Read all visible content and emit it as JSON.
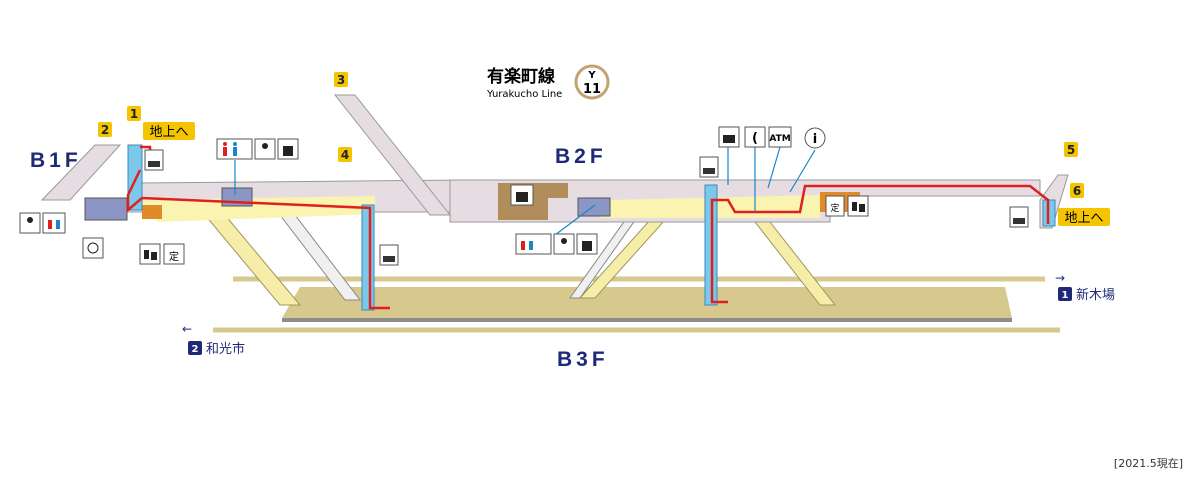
{
  "line": {
    "name_ja": "有楽町線",
    "name_en": "Yurakucho Line",
    "code_letter": "Y",
    "code_number": "11",
    "color": "#c1a470"
  },
  "floors": {
    "b1": "B1F",
    "b2": "B2F",
    "b3": "B3F"
  },
  "exits": [
    {
      "number": "1",
      "label": "地上へ"
    },
    {
      "number": "2"
    },
    {
      "number": "3"
    },
    {
      "number": "4"
    },
    {
      "number": "5"
    },
    {
      "number": "6",
      "label": "地上へ"
    }
  ],
  "directions": [
    {
      "platform": "1",
      "destination": "新木場",
      "arrow": "→"
    },
    {
      "platform": "2",
      "destination": "和光市",
      "arrow": "←"
    }
  ],
  "facilities": {
    "atm": "ATM",
    "info": "i",
    "fare_adjust": "定"
  },
  "date_note": "[2021.5現在]",
  "colors": {
    "accessible_route": "#e02020",
    "elevator": "#7cc8ea",
    "concourse": "#e6dde2",
    "paid_area": "#fbf3b0",
    "platform": "#d7c98e",
    "badge": "#f5c400",
    "floor_label": "#1e2a78"
  }
}
